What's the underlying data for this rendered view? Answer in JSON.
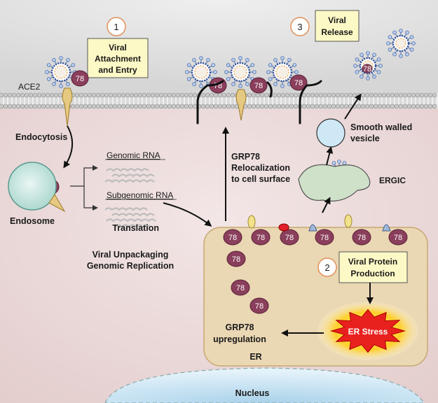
{
  "steps": [
    {
      "number": "1",
      "title_lines": [
        "Viral",
        "Attachment",
        "and Entry"
      ]
    },
    {
      "number": "2",
      "title_lines": [
        "Viral Protein",
        "Production"
      ]
    },
    {
      "number": "3",
      "title_lines": [
        "Viral",
        "Release"
      ]
    }
  ],
  "labels": {
    "ace2": "ACE2",
    "endocytosis": "Endocytosis",
    "endosome": "Endosome",
    "genomic_rna": "Genomic RNA",
    "subgenomic_rna": "Subgenomic RNA",
    "translation": "Translation",
    "unpackaging_line1": "Viral Unpackaging",
    "unpackaging_line2": "Genomic Replication",
    "relocalization_line1": "GRP78",
    "relocalization_line2": "Relocalization",
    "relocalization_line3": "to cell surface",
    "smooth_vesicle_line1": "Smooth walled",
    "smooth_vesicle_line2": "vesicle",
    "ergic": "ERGIC",
    "er_stress": "ER Stress",
    "upregulation_line1": "GRP78",
    "upregulation_line2": "upregulation",
    "er": "ER",
    "nucleus": "Nucleus",
    "grp78": "78"
  },
  "colors": {
    "grp78_fill": "#8a3f5c",
    "er_fill": "#ead7b3",
    "step_box_fill": "#fdf9c6",
    "membrane_head": "#c9c9c9",
    "nucleus_fill": "#cfe6f2",
    "stress_core": "#e8211f",
    "stress_glow": "#ffe940",
    "virus_envelope": "#2e4f9a"
  }
}
